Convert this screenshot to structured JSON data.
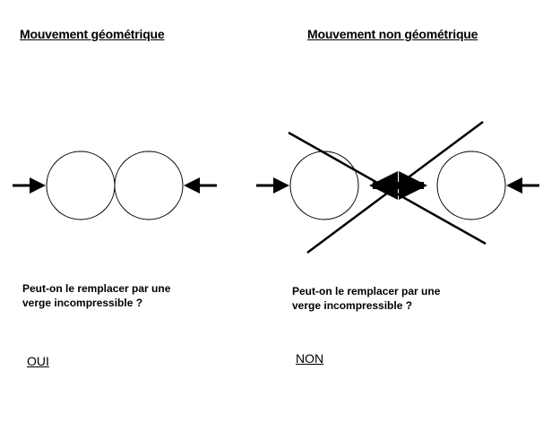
{
  "left": {
    "title": "Mouvement géométrique",
    "question_line1": "Peut-on le remplacer par une",
    "question_line2": "verge incompressible ?",
    "answer": "OUI"
  },
  "right": {
    "title": "Mouvement non géométrique",
    "question_line1": "Peut-on le remplacer par une",
    "question_line2": "verge incompressible ?",
    "answer": "NON"
  }
}
